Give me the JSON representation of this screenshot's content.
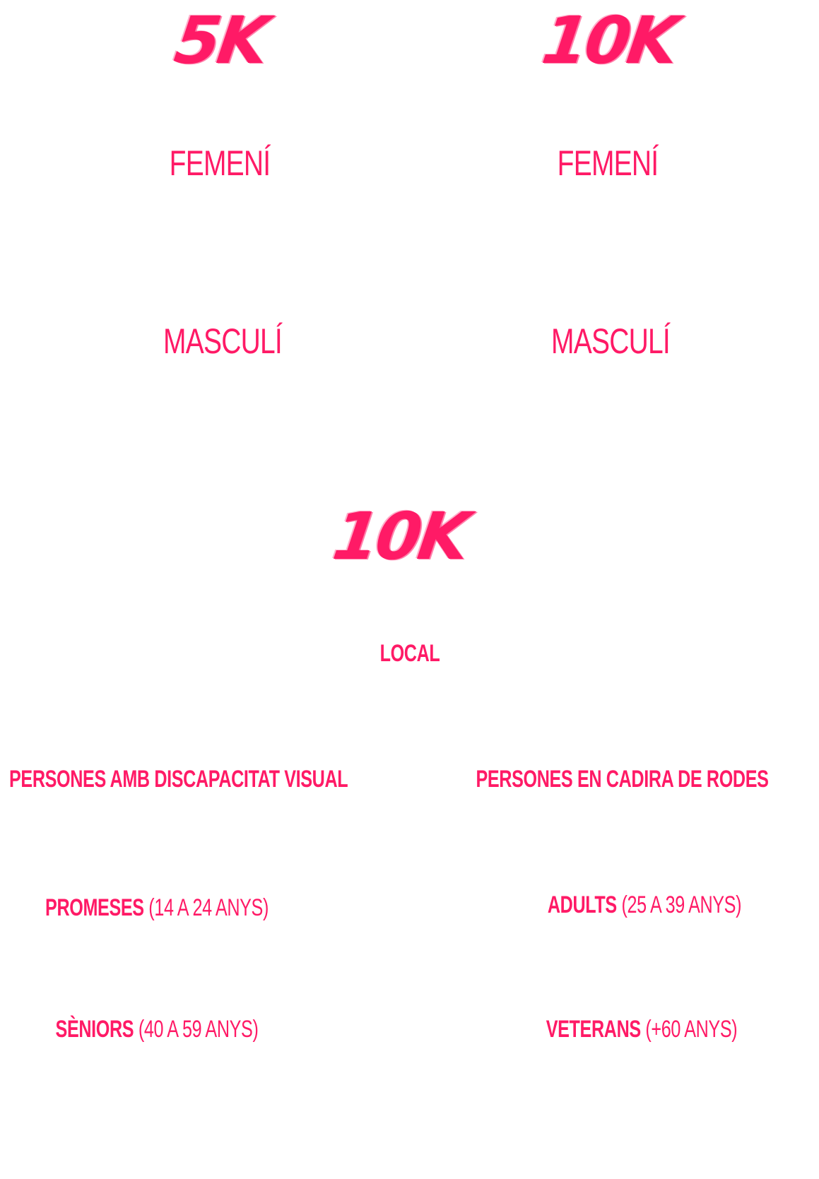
{
  "distances": {
    "top_left": "5K",
    "top_right": "10K",
    "bottom": "10K"
  },
  "genders": {
    "five_k_female": "FEMENÍ",
    "five_k_male": "MASCULÍ",
    "ten_k_female": "FEMENÍ",
    "ten_k_male": "MASCULÍ"
  },
  "categories": {
    "local": "LOCAL",
    "visual": "PERSONES AMB DISCAPACITAT VISUAL",
    "wheelchair": "PERSONES EN CADIRA DE RODES",
    "promeses": {
      "name": "PROMESES",
      "range": "(14 A 24 ANYS)"
    },
    "adults": {
      "name": "ADULTS",
      "range": "(25 A 39 ANYS)"
    },
    "seniors": {
      "name": "SÈNIORS",
      "range": "(40 A 59 ANYS)"
    },
    "veterans": {
      "name": "VETERANS",
      "range": "(+60 ANYS)"
    }
  },
  "colors": {
    "accent": "#ff1a66",
    "background": "#ffffff"
  }
}
